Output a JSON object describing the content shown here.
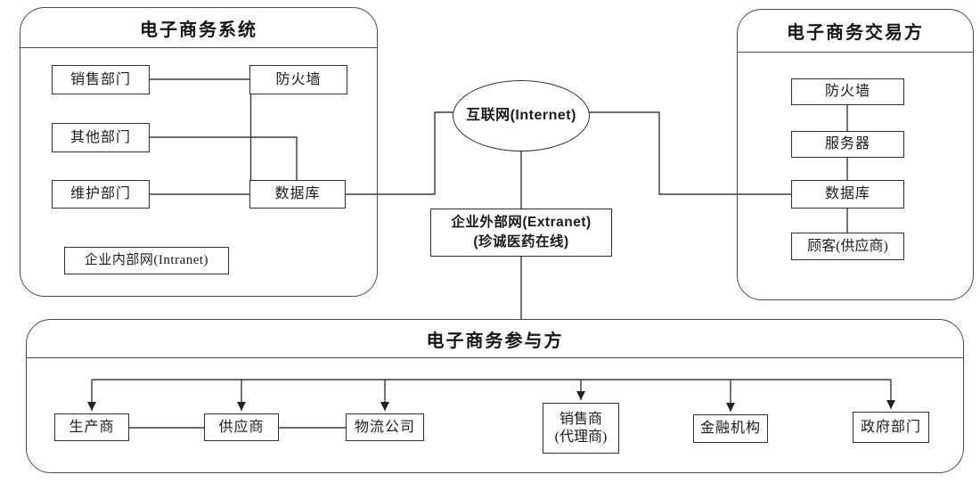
{
  "diagram": {
    "system_group": {
      "title": "电子商务系统",
      "nodes": {
        "sales_dept": "销售部门",
        "firewall": "防火墙",
        "other_dept": "其他部门",
        "maintenance_dept": "维护部门",
        "database": "数据库",
        "intranet": "企业内部网(Intranet)"
      }
    },
    "internet_label": "互联网(Internet)",
    "extranet": {
      "line1": "企业外部网(Extranet)",
      "line2": "(珍诚医药在线)"
    },
    "trading_group": {
      "title": "电子商务交易方",
      "nodes": {
        "firewall": "防火墙",
        "server": "服务器",
        "database": "数据库",
        "customer_supplier": "顾客(供应商)"
      }
    },
    "participants_group": {
      "title": "电子商务参与方",
      "nodes": {
        "producer": "生产商",
        "supplier": "供应商",
        "logistics": "物流公司",
        "seller_line1": "销售商",
        "seller_line2": "(代理商)",
        "financial": "金融机构",
        "government": "政府部门"
      }
    },
    "colors": {
      "line": "#3a3a3a",
      "box_border": "#2e2e2e",
      "group_border": "#4a4a4a",
      "text": "#111111",
      "background": "#ffffff"
    }
  }
}
